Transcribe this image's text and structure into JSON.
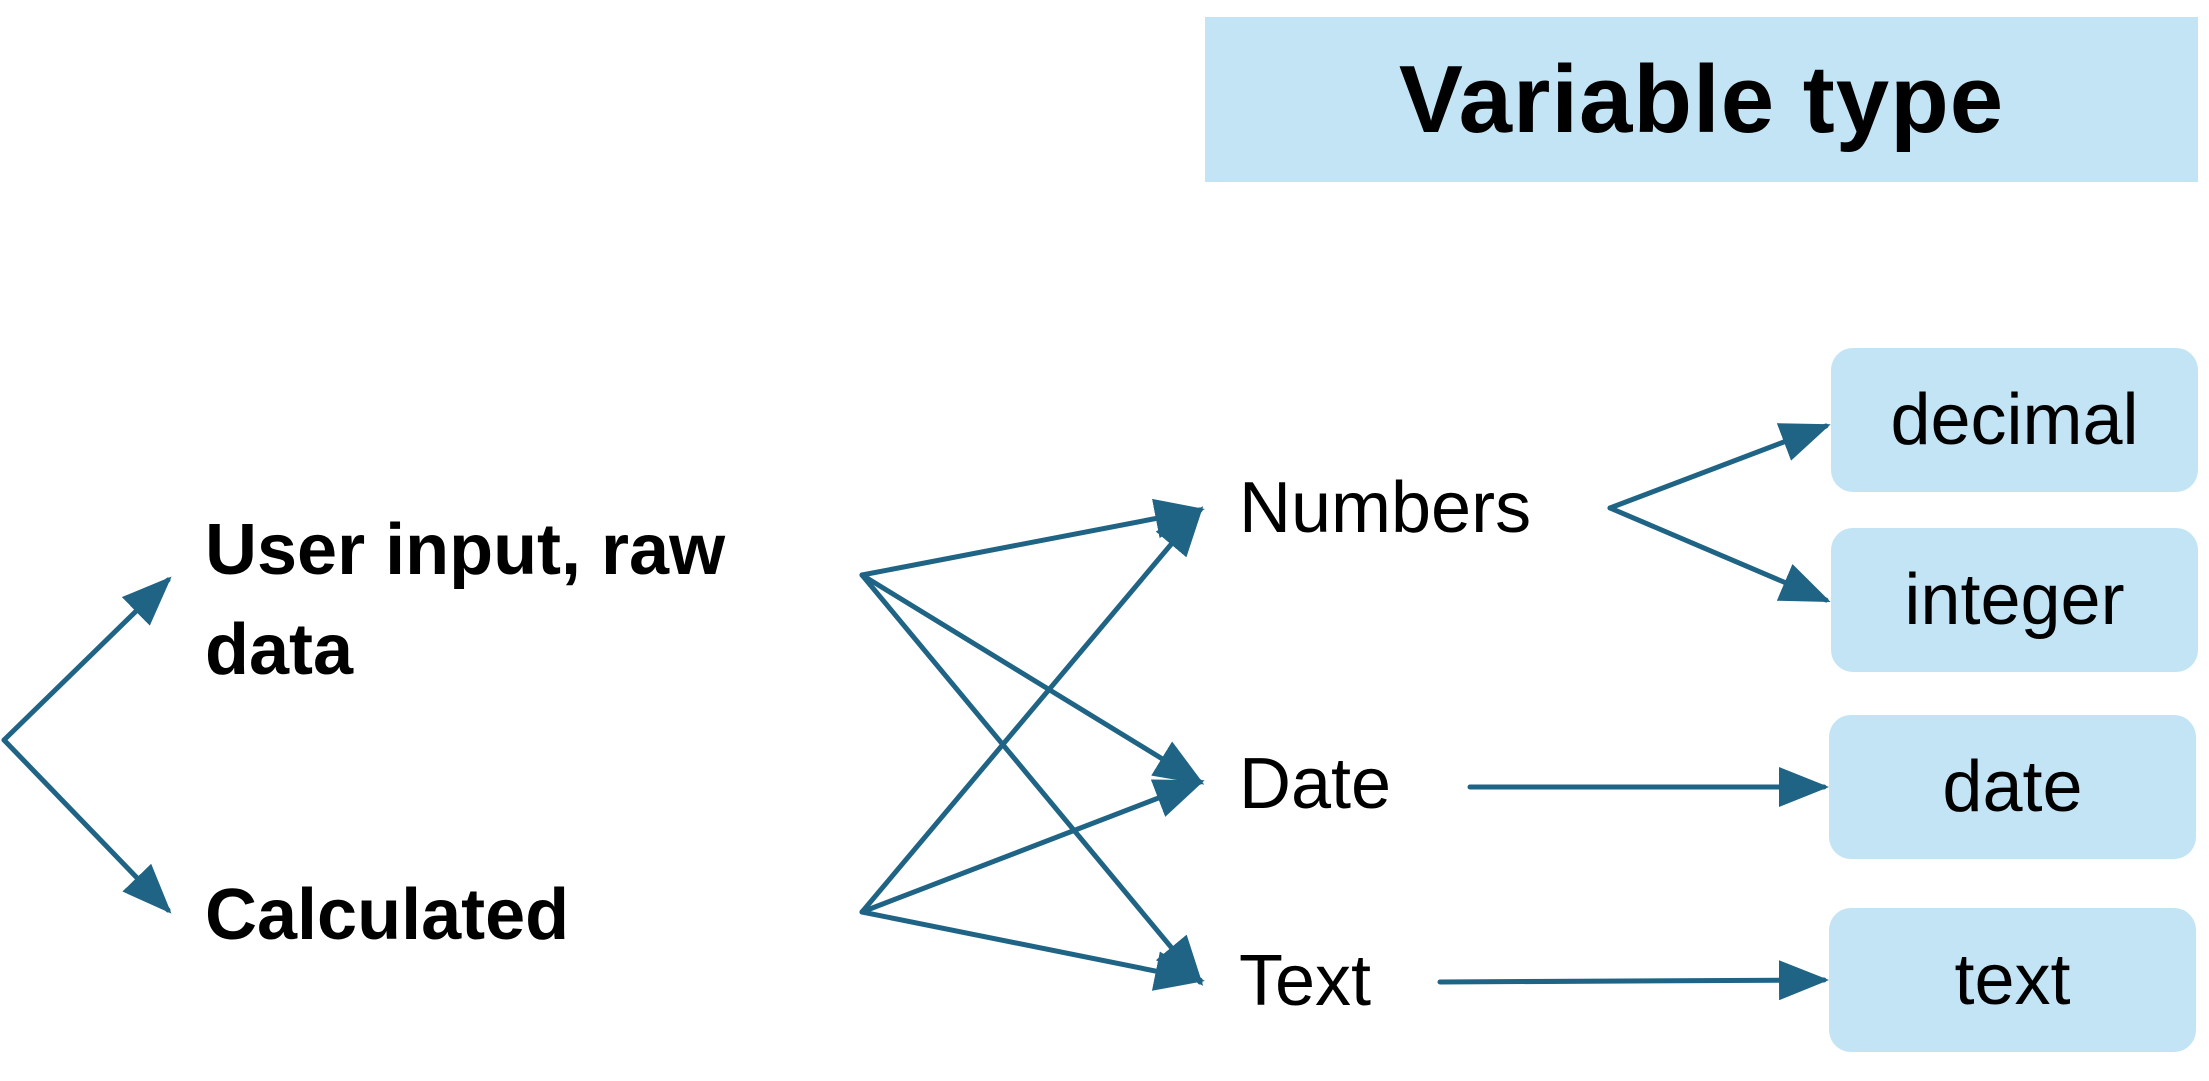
{
  "title": "Variable type",
  "sources": {
    "user_input": "User input, raw data",
    "calculated": "Calculated"
  },
  "categories": {
    "numbers": "Numbers",
    "date": "Date",
    "text": "Text"
  },
  "types": {
    "decimal": "decimal",
    "integer": "integer",
    "date": "date",
    "text": "text"
  },
  "colors": {
    "arrow": "#1f6385",
    "box_fill": "#c3e4f5",
    "text": "#000000"
  }
}
